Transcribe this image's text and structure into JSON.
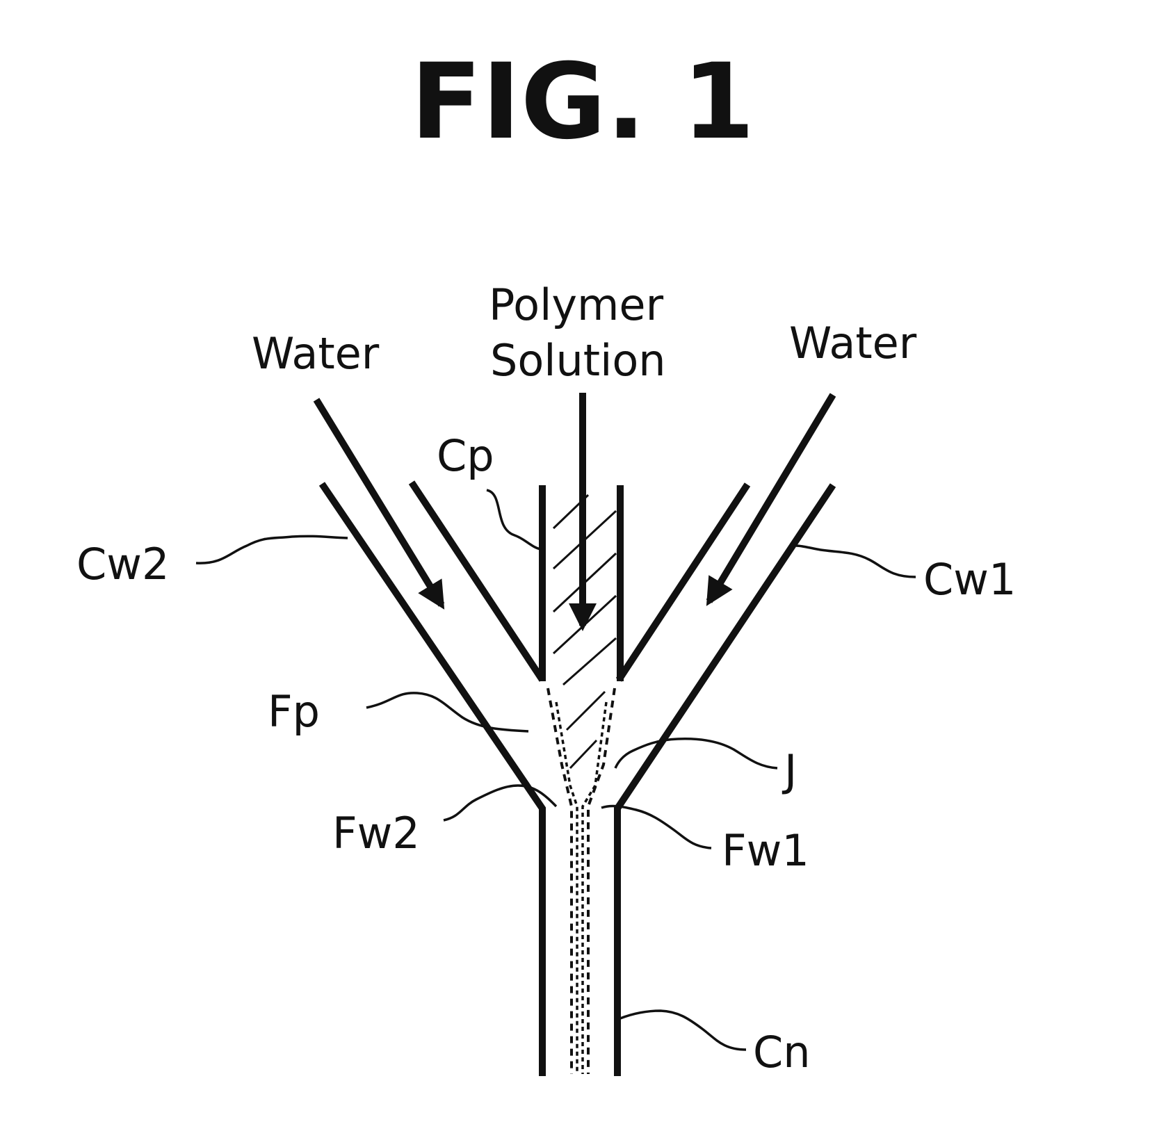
{
  "figure": {
    "title": "FIG. 1",
    "inputs": {
      "water_left": "Water",
      "polymer_line1": "Polymer",
      "polymer_line2": "Solution",
      "water_right": "Water"
    },
    "labels": {
      "cp": "Cp",
      "cw2": "Cw2",
      "cw1": "Cw1",
      "fp": "Fp",
      "j": "J",
      "fw2": "Fw2",
      "fw1": "Fw1",
      "cn": "Cn"
    }
  }
}
